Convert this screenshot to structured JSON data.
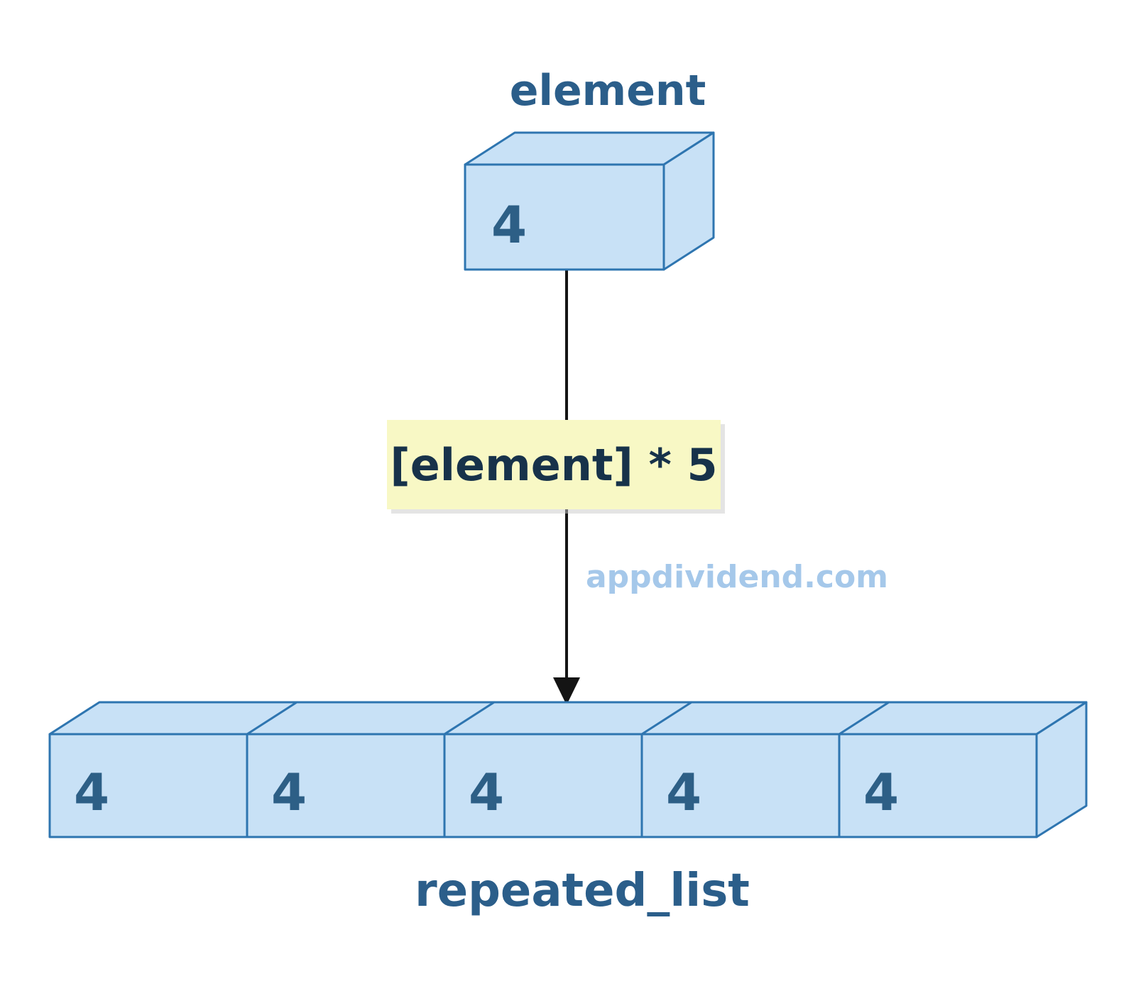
{
  "diagram": {
    "element": {
      "label": "element",
      "value": "4"
    },
    "operation": {
      "label": "[element] * 5"
    },
    "watermark": "appdividend.com",
    "result": {
      "label": "repeated_list",
      "cells": [
        "4",
        "4",
        "4",
        "4",
        "4"
      ]
    }
  },
  "colors": {
    "background": "#ffffff",
    "box_fill": "#c8e1f6",
    "box_stroke": "#2e75b0",
    "value_text": "#2d5f86",
    "name_label_text": "#2b5e8a",
    "operation_bg": "#f8f8c5",
    "operation_text": "#17324a",
    "watermark_text": "#a5c8ea",
    "arrow": "#141414"
  }
}
